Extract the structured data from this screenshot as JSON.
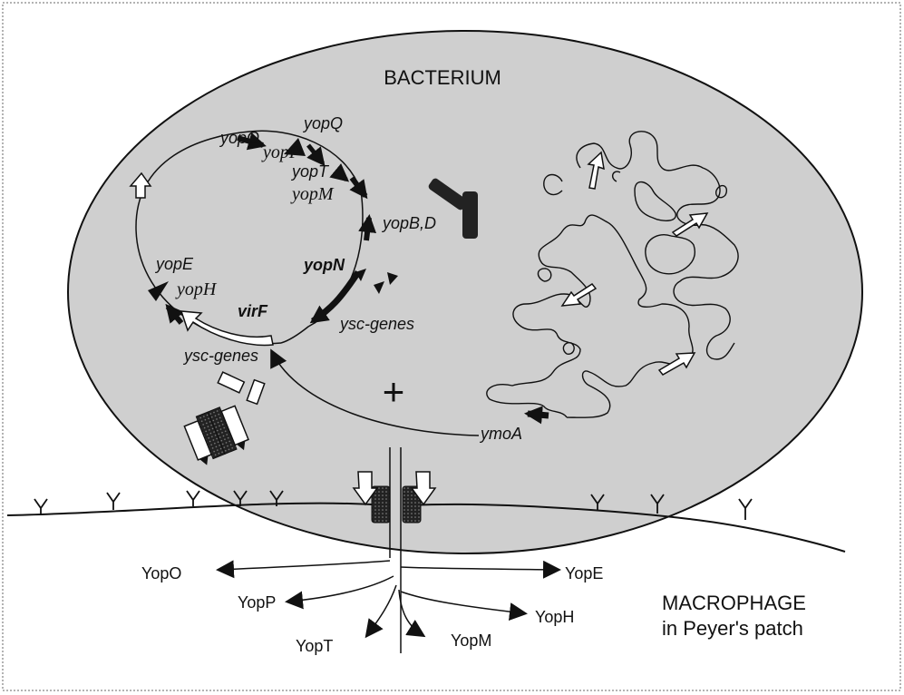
{
  "bacterium": {
    "title": "BACTERIUM",
    "genes": {
      "yopO": "yopO",
      "yopQ": "yopQ",
      "yopP": "yopP",
      "yopT": "yopT",
      "yopM": "yopM",
      "yopBD": "yopB,D",
      "yopN": "yopN",
      "yopE": "yopE",
      "yopH": "yopH",
      "virF": "virF",
      "ysc_genes_inner": "ysc-genes",
      "ysc_genes_outer": "ysc-genes",
      "ymoA": "ymoA"
    },
    "regulation_symbol": "+"
  },
  "host": {
    "title_line1": "MACROPHAGE",
    "title_line2": "in Peyer's patch"
  },
  "effectors": [
    "YopO",
    "YopP",
    "YopT",
    "YopM",
    "YopH",
    "YopE"
  ],
  "colors": {
    "cytoplasm": "#cfcfcf",
    "ink": "#111111",
    "frame": "#9a9a9a",
    "channel": "#2a2a2a"
  }
}
